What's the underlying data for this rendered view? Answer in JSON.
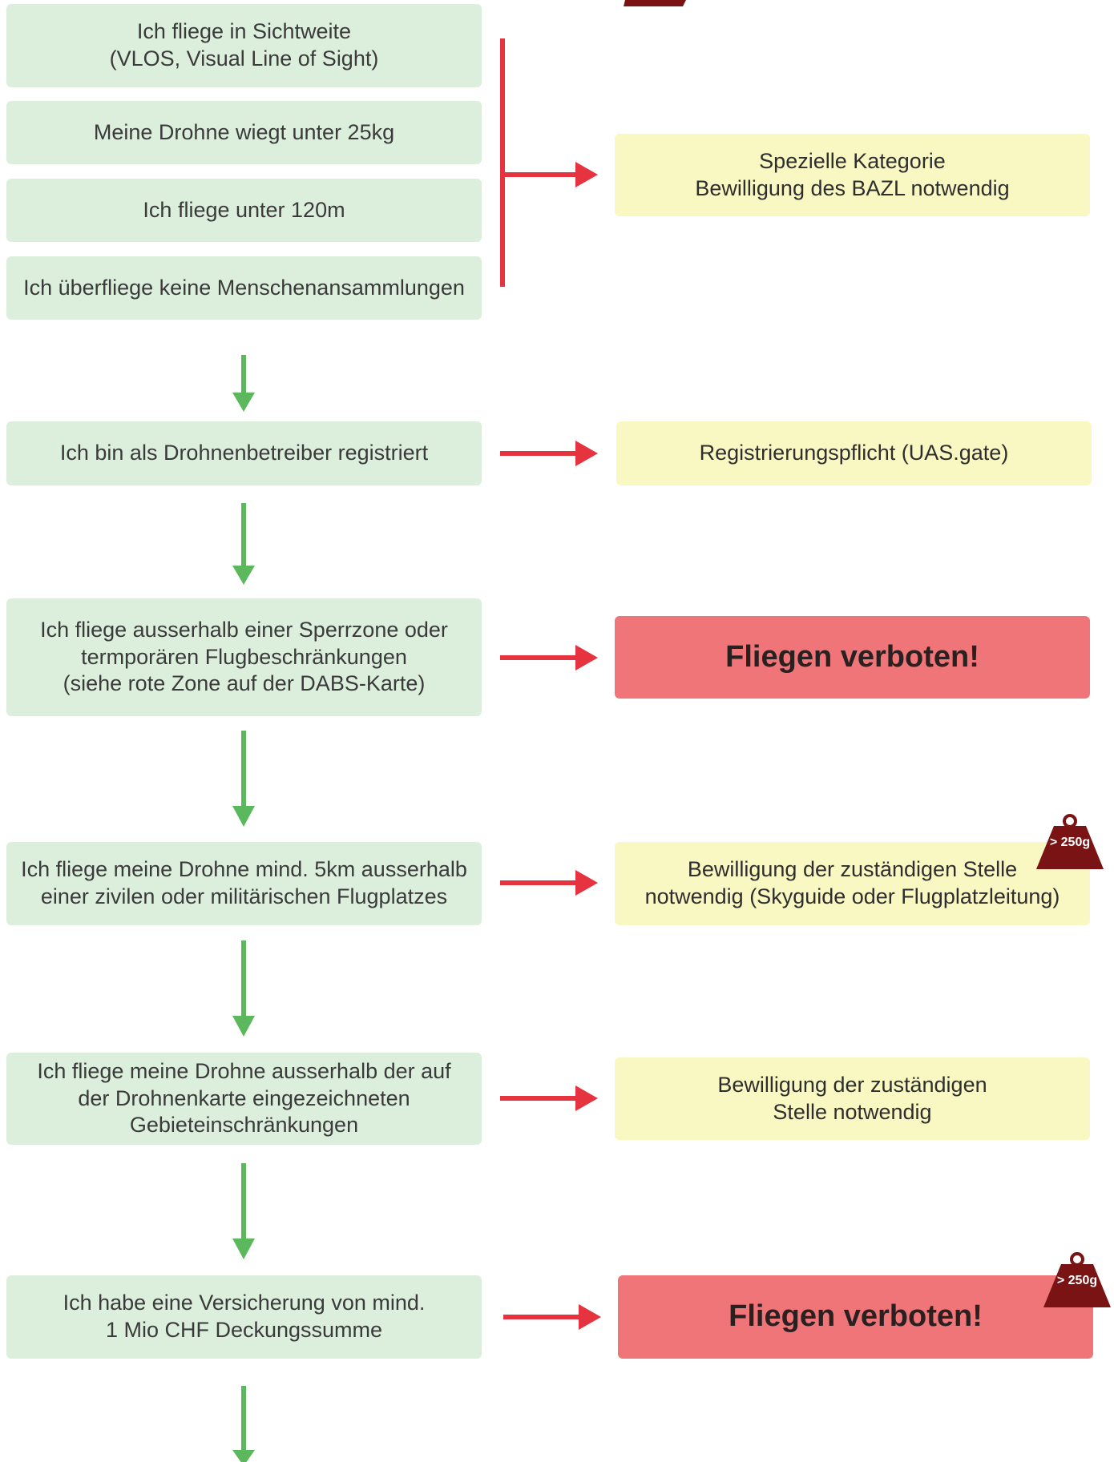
{
  "colors": {
    "condition_box": "#dcefdc",
    "consequence_box": "#f9f8c2",
    "forbidden_box": "#ef7579",
    "green_arrow": "#5cb85c",
    "red_arrow": "#e5333f",
    "weight_badge": "#7a1414"
  },
  "steps": [
    {
      "text": "Ich fliege in Sichtweite\n(VLOS, Visual Line of Sight)"
    },
    {
      "text": "Meine Drohne wiegt unter 25kg"
    },
    {
      "text": "Ich fliege unter 120m"
    },
    {
      "text": "Ich überfliege keine Menschenansammlungen"
    },
    {
      "text": "Ich bin als Drohnenbetreiber registriert"
    },
    {
      "text": "Ich fliege ausserhalb einer Sperrzone oder\ntermporären Flugbeschränkungen\n(siehe rote Zone auf der DABS-Karte)"
    },
    {
      "text": "Ich fliege meine Drohne mind. 5km ausserhalb\neiner zivilen oder militärischen Flugplatzes"
    },
    {
      "text": "Ich fliege meine Drohne ausserhalb der auf\nder Drohnenkarte eingezeichneten\nGebieteinschränkungen"
    },
    {
      "text": "Ich habe eine Versicherung von mind.\n1 Mio CHF Deckungssumme"
    }
  ],
  "outcomes": [
    {
      "text": "Spezielle Kategorie\nBewilligung des BAZL notwendig"
    },
    {
      "text": "Registrierungspflicht (UAS.gate)"
    },
    {
      "text": "Fliegen verboten!"
    },
    {
      "text": "Bewilligung der zuständigen Stelle\nnotwendig (Skyguide oder Flugplatzleitung)"
    },
    {
      "text": "Bewilligung der zuständigen\nStelle notwendig"
    },
    {
      "text": "Fliegen verboten!"
    }
  ],
  "weight_badges": [
    {
      "label": "> 250g",
      "icon": "weight-icon"
    },
    {
      "label": "> 250g",
      "icon": "weight-icon"
    }
  ]
}
